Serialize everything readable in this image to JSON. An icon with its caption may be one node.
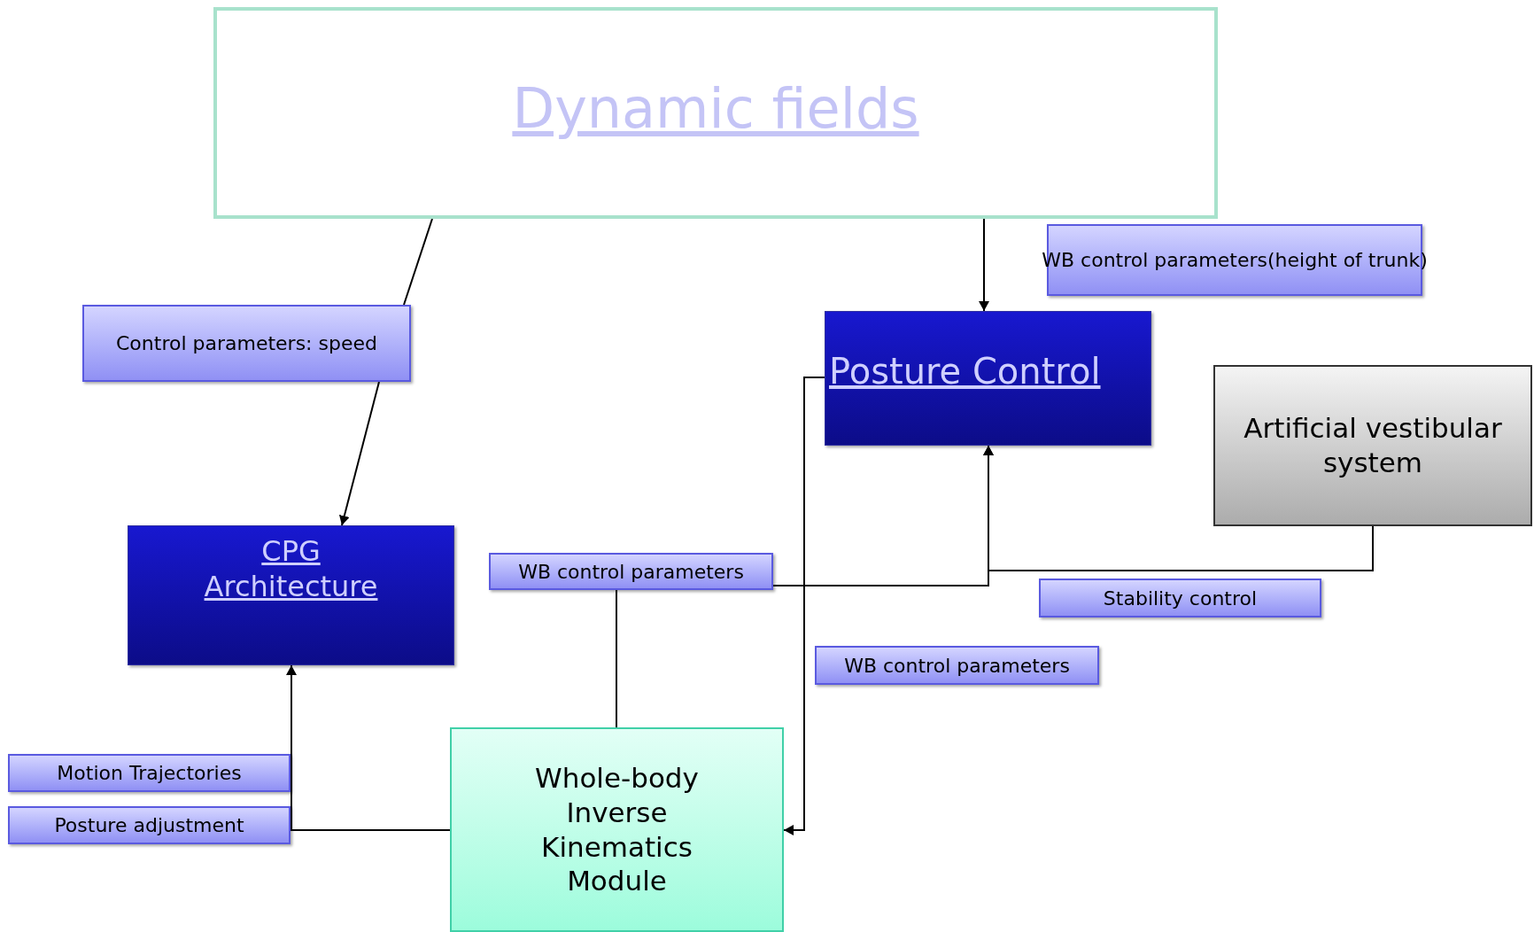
{
  "diagram": {
    "nodes": [
      {
        "text": [
          "Dynamic fields"
        ]
      },
      {
        "text": [
          "Control parameters:  speed"
        ]
      },
      {
        "text": [
          "WB control parameters(height of trunk)"
        ]
      },
      {
        "text": [
          "Posture Control"
        ]
      },
      {
        "text": [
          "Artificial vestibular system"
        ]
      },
      {
        "text": [
          "CPG Architecture"
        ]
      },
      {
        "text": [
          "WB control parameters"
        ]
      },
      {
        "text": [
          "Stability control"
        ]
      },
      {
        "text": [
          "WB control parameters"
        ]
      },
      {
        "text": [
          "Motion Trajectories"
        ]
      },
      {
        "text": [
          "Posture adjustment"
        ]
      },
      {
        "text": [
          "Whole-body Inverse Kinematics Module"
        ]
      }
    ],
    "edges": [
      {
        "from": 0,
        "to": 1,
        "arrow": "none"
      },
      {
        "from": 1,
        "to": 5,
        "arrow": "to"
      },
      {
        "from": 0,
        "to": 3,
        "arrow": "to"
      },
      {
        "from": 11,
        "to": 6,
        "arrow": "none"
      },
      {
        "from": 6,
        "to": 3,
        "arrow": "to"
      },
      {
        "from": 4,
        "to": 3,
        "arrow": "to"
      },
      {
        "from": 3,
        "to": 11,
        "arrow": "to"
      },
      {
        "from": 11,
        "to": 5,
        "arrow": "to"
      }
    ]
  }
}
